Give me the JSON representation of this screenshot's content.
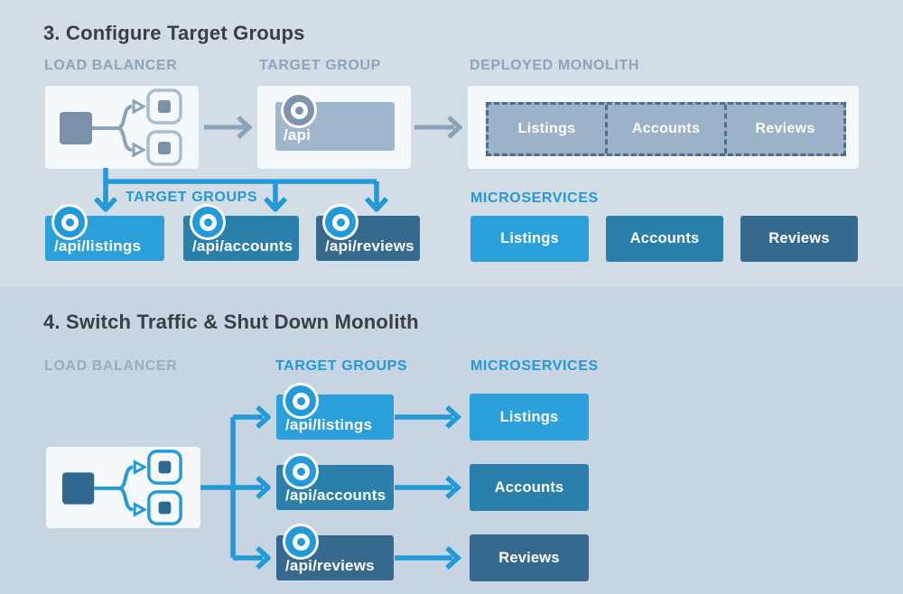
{
  "colors": {
    "accent_blue": "#2299d8",
    "bright_box_blue": "#2ba0da",
    "mid_box_blue": "#2a80ab",
    "dark_box_blue": "#35698e",
    "slate_fill": "#9cb2c9",
    "muted_label": "#8da4bd",
    "title_text": "#3b3e43"
  },
  "panel_configure": {
    "title": "3. Configure Target Groups",
    "labels": {
      "load_balancer": "LOAD BALANCER",
      "target_group": "TARGET GROUP",
      "deployed_monolith": "DEPLOYED MONOLITH",
      "target_groups": "TARGET GROUPS",
      "microservices": "MICROSERVICES"
    },
    "api_target_group": "/api",
    "monolith_segments": [
      "Listings",
      "Accounts",
      "Reviews"
    ],
    "target_groups": [
      "/api/listings",
      "/api/accounts",
      "/api/reviews"
    ],
    "microservices": [
      "Listings",
      "Accounts",
      "Reviews"
    ]
  },
  "panel_switch": {
    "title": "4. Switch Traffic & Shut Down Monolith",
    "labels": {
      "load_balancer": "LOAD BALANCER",
      "target_groups": "TARGET GROUPS",
      "microservices": "MICROSERVICES"
    },
    "target_groups": [
      "/api/listings",
      "/api/accounts",
      "/api/reviews"
    ],
    "microservices": [
      "Listings",
      "Accounts",
      "Reviews"
    ]
  }
}
